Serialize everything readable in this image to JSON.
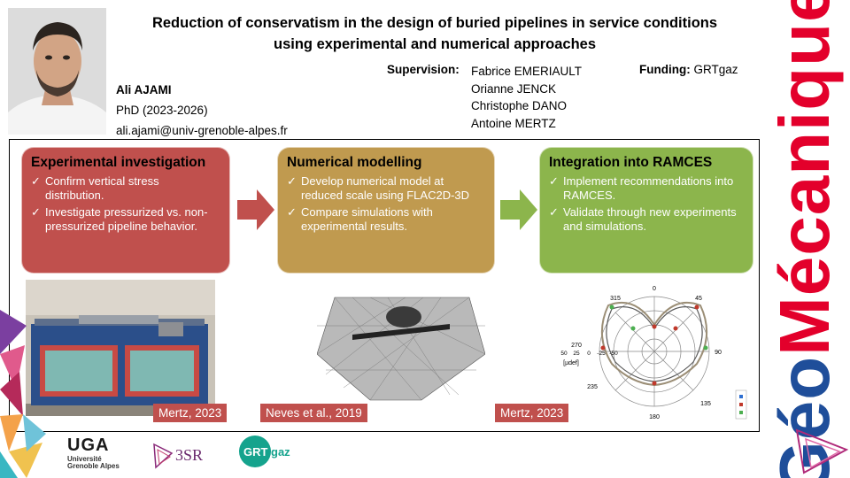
{
  "title": "Reduction of conservatism in the design of buried pipelines in service conditions using experimental and numerical approaches",
  "author": {
    "name": "Ali AJAMI",
    "role": "PhD (2023-2026)",
    "email": "ali.ajami@univ-grenoble-alpes.fr"
  },
  "supervision": {
    "label": "Supervision:",
    "names": [
      "Fabrice EMERIAULT",
      "Orianne JENCK",
      "Christophe DANO",
      "Antoine MERTZ"
    ]
  },
  "funding": {
    "label": "Funding:",
    "value": "GRTgaz"
  },
  "cards": [
    {
      "title": "Experimental investigation",
      "items": [
        "Confirm vertical stress distribution.",
        "Investigate pressurized vs. non-pressurized pipeline behavior."
      ]
    },
    {
      "title": "Numerical modelling",
      "items": [
        "Develop numerical model at reduced scale using FLAC2D-3D",
        "Compare simulations with experimental results."
      ]
    },
    {
      "title": "Integration into RAMCES",
      "items": [
        "Implement recommendations into RAMCES.",
        "Validate through new experiments and simulations."
      ]
    }
  ],
  "captions": [
    "Mertz, 2023",
    "Neves et al., 2019",
    "Mertz, 2023"
  ],
  "polar": {
    "angles": [
      "0",
      "45",
      "90",
      "135",
      "180",
      "235",
      "270",
      "315"
    ],
    "radial": [
      "50",
      "25",
      "0",
      "-25",
      "-50"
    ],
    "unit": "[µdef]"
  },
  "logos": {
    "uga_big": "UGA",
    "uga_small_1": "Université",
    "uga_small_2": "Grenoble Alpes",
    "lab": "3SR",
    "grt_a": "GRT",
    "grt_b": "gaz"
  },
  "brand": {
    "word_blue": "Géo",
    "word_red": "Mécanique",
    "blue": "#1f4e9a",
    "red": "#e3002b"
  },
  "colors": {
    "red_card": "#c0504d",
    "gold_card": "#c09a4f",
    "green_card": "#8cb54c"
  }
}
